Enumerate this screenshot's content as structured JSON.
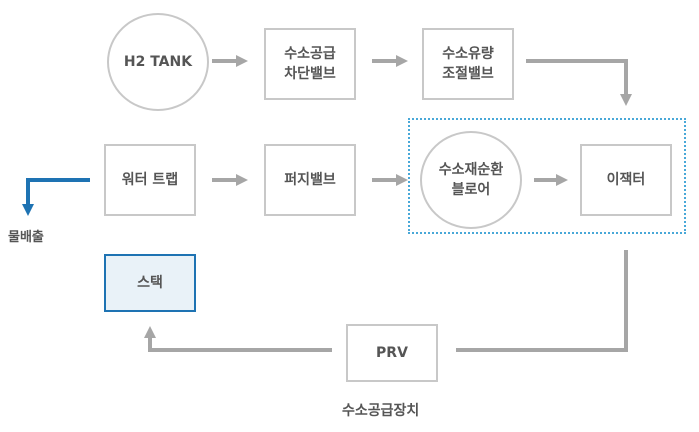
{
  "nodes": {
    "h2_tank": "H2 TANK",
    "shutoff_valve": "수소공급\n차단밸브",
    "flow_control_valve": "수소유량\n조절밸브",
    "water_trap": "워터 트랩",
    "purge_valve": "퍼지밸브",
    "recirculation_blower": "수소재순환\n블로어",
    "ejector": "이잭터",
    "stack": "스택",
    "prv": "PRV"
  },
  "water_drain_label": "물배출",
  "caption": "수소공급장치",
  "colors": {
    "box_border": "#c8c8c8",
    "arrow": "#a6a6a6",
    "highlight_blue": "#1e73b3",
    "dotted_zone": "#49a8d8",
    "stack_fill": "#e9f2f8"
  }
}
